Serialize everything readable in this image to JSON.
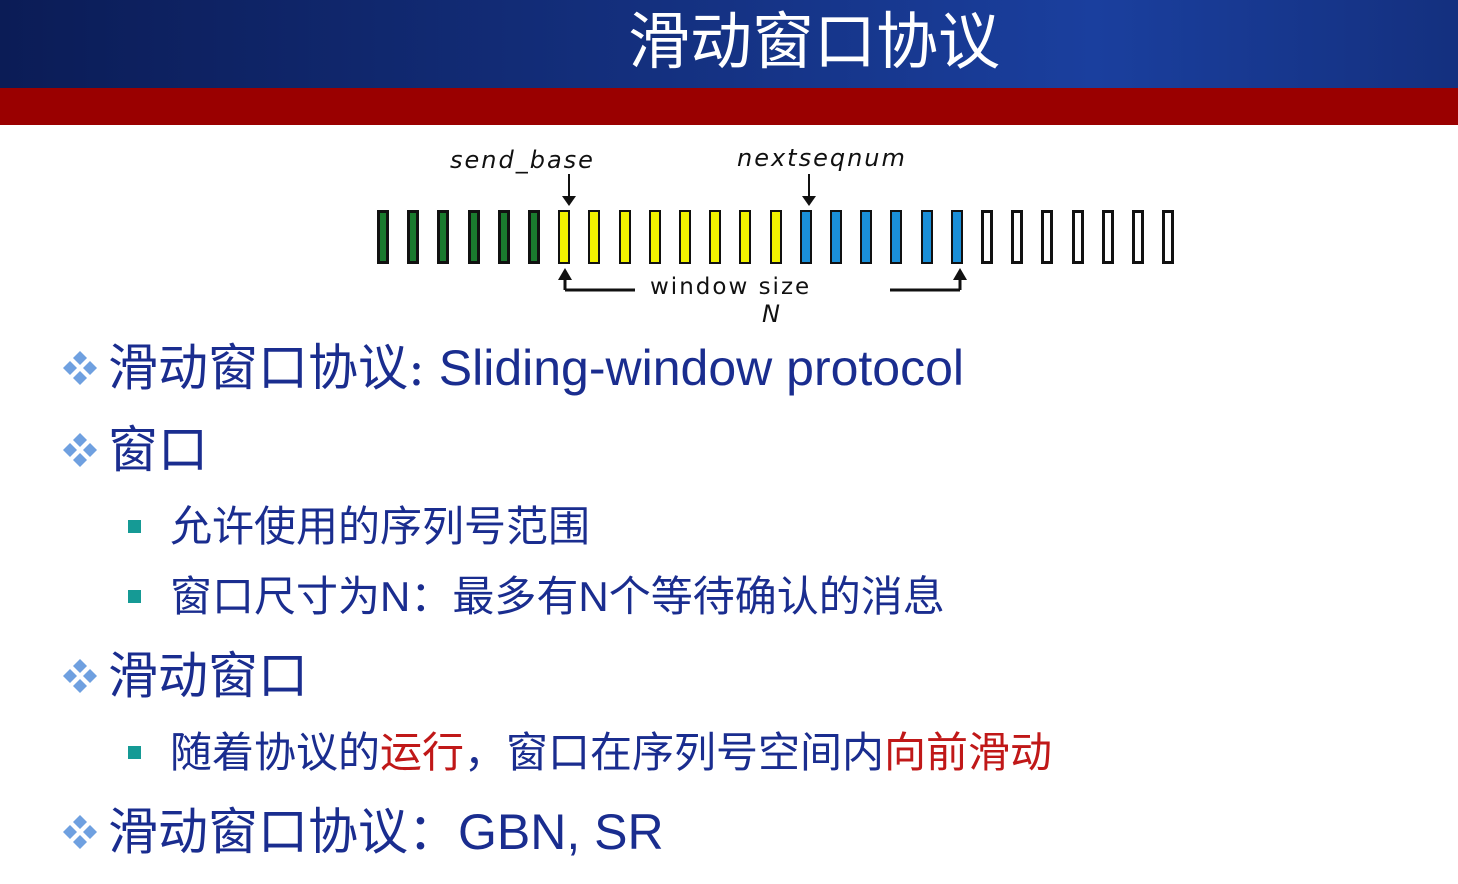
{
  "slide": {
    "title": "滑动窗口协议"
  },
  "diagram": {
    "send_base_label": "send_base",
    "nextseqnum_label": "nextseqnum",
    "window_size_label": "window size",
    "n_label": "N",
    "colors": {
      "acked": "#1a7a2e",
      "sent": "#f2f200",
      "usable": "#1a8fd8",
      "unusable": "#ffffff"
    },
    "segments": [
      {
        "state": "acked",
        "count": 6
      },
      {
        "state": "sent",
        "count": 8
      },
      {
        "state": "usable",
        "count": 6
      },
      {
        "state": "unusable",
        "count": 7
      }
    ]
  },
  "bullets": [
    {
      "cjk": "滑动窗口协议:",
      "latin": " Sliding-window protocol"
    },
    {
      "cjk": "窗口",
      "latin": ""
    },
    {
      "cjk": "滑动窗口",
      "latin": ""
    },
    {
      "cjk": "滑动窗口协议：",
      "latin": "GBN, SR"
    }
  ],
  "sub_bullets": {
    "range": "允许使用的序列号范围",
    "size_prefix": "窗口尺寸为",
    "size_n": "N",
    "size_mid": "：最多有",
    "size_n2": "N",
    "size_suffix": "个等待确认的消息",
    "slide_prefix": "随着协议的",
    "slide_run": "运行",
    "slide_mid": "，窗口在序列号空间内",
    "slide_forward": "向前滑动"
  },
  "colors": {
    "text_blue": "#1a2d8f",
    "red": "#c01818",
    "teal": "#159a95",
    "title_red_bar": "#9a0000"
  }
}
